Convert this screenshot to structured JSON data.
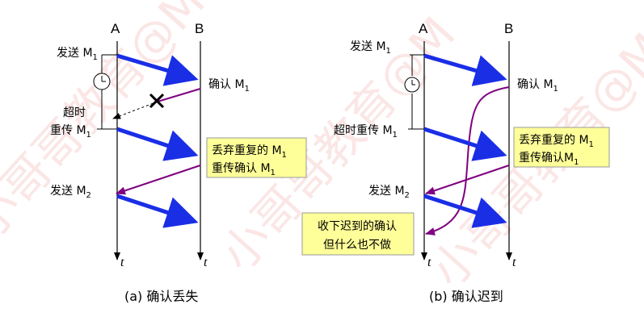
{
  "watermark": {
    "texts": [
      "小哥哥教育@M",
      "小哥哥教育@M",
      "小哥哥教育@M"
    ],
    "color": "#e86a6a"
  },
  "colors": {
    "data_arrow": "#1a2ee6",
    "ack_arrow": "#800080",
    "note_fill": "#ffff99",
    "cross": "#000000"
  },
  "diagram_a": {
    "host_a": "A",
    "host_b": "B",
    "send_m1": "发送 M",
    "send_m1_sub": "1",
    "ack_m1": "确认 M",
    "ack_m1_sub": "1",
    "timeout": "超时",
    "resend_m1": "重传 M",
    "resend_m1_sub": "1",
    "note_line1": "丢弃重复的 M",
    "note_line1_sub": "1",
    "note_line2": "重传确认 M",
    "note_line2_sub": "1",
    "send_m2": "发送 M",
    "send_m2_sub": "2",
    "time_a": "t",
    "time_b": "t",
    "caption": "(a) 确认丢失"
  },
  "diagram_b": {
    "host_a": "A",
    "host_b": "B",
    "send_m1": "发送 M",
    "send_m1_sub": "1",
    "ack_m1": "确认 M",
    "ack_m1_sub": "1",
    "timeout_resend": "超时重传 M",
    "timeout_resend_sub": "1",
    "note_line1": "丢弃重复的 M",
    "note_line1_sub": "1",
    "note_line2": "重传确认M",
    "note_line2_sub": "1",
    "send_m2": "发送 M",
    "send_m2_sub": "2",
    "late_note_line1": "收下迟到的确认",
    "late_note_line2": "但什么也不做",
    "time_a": "t",
    "time_b": "t",
    "caption": "(b) 确认迟到"
  }
}
